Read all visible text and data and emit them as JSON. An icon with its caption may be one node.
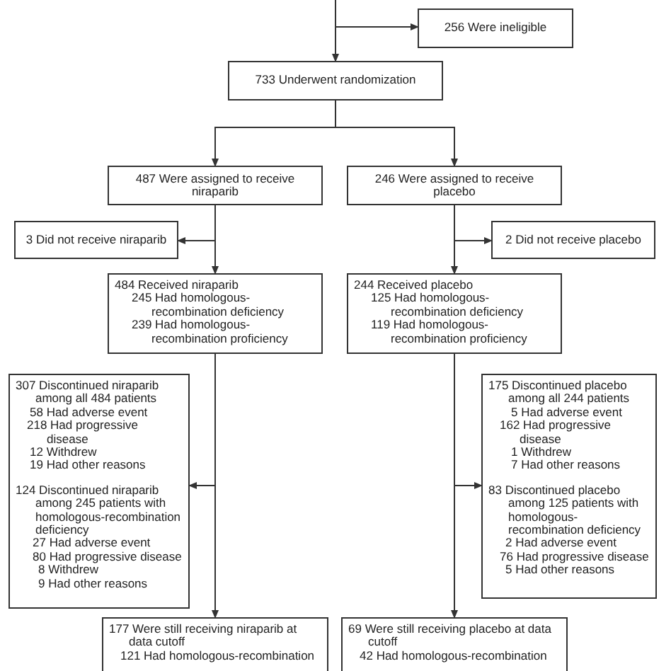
{
  "diagram": {
    "nodes": [
      {
        "text": [
          "256 Were ineligible"
        ]
      },
      {
        "text": [
          "733 Underwent randomization"
        ]
      },
      {
        "text": [
          "487 Were assigned to receive niraparib"
        ]
      },
      {
        "text": [
          "246 Were assigned to receive placebo"
        ]
      },
      {
        "text": [
          "3 Did not receive niraparib"
        ]
      },
      {
        "text": [
          "2 Did not receive placebo"
        ]
      },
      {
        "text": [
          "484 Received niraparib",
          "245 Had homologous-recombination deficiency",
          "239 Had homologous-recombination proficiency"
        ]
      },
      {
        "text": [
          "244 Received placebo",
          "125 Had homologous-recombination deficiency",
          "119 Had homologous-recombination proficiency"
        ]
      },
      {
        "text": [
          "307 Discontinued niraparib among all 484 patients",
          "58 Had adverse event",
          "218 Had progressive disease",
          "12 Withdrew",
          "19 Had other reasons",
          "124 Discontinued niraparib among 245 patients with homologous-recombination deficiency",
          "27 Had adverse event",
          "80 Had progressive disease",
          "8 Withdrew",
          "9 Had other reasons"
        ]
      },
      {
        "text": [
          "175 Discontinued placebo among all 244 patients",
          "5 Had adverse event",
          "162 Had progressive disease",
          "1 Withdrew",
          "7 Had other reasons",
          "83 Discontinued placebo among 125 patients with homologous-recombination deficiency",
          "2 Had adverse event",
          "76 Had progressive disease",
          "5 Had other reasons"
        ]
      },
      {
        "text": [
          "177 Were still receiving niraparib at data cutoff",
          "121 Had homologous-recombination"
        ]
      },
      {
        "text": [
          "69 Were still receiving placebo at data cutoff",
          "42 Had homologous-recombination"
        ]
      }
    ],
    "edges": [
      {
        "from": null,
        "to": 1,
        "arrow": "to"
      },
      {
        "from": null,
        "to": 0,
        "arrow": "to"
      },
      {
        "from": 1,
        "to": 2,
        "arrow": "to"
      },
      {
        "from": 1,
        "to": 3,
        "arrow": "to"
      },
      {
        "from": 2,
        "to": 6,
        "arrow": "to"
      },
      {
        "from": 2,
        "to": 4,
        "arrow": "to"
      },
      {
        "from": 3,
        "to": 7,
        "arrow": "to"
      },
      {
        "from": 3,
        "to": 5,
        "arrow": "to"
      },
      {
        "from": 6,
        "to": 10,
        "arrow": "to"
      },
      {
        "from": 6,
        "to": 8,
        "arrow": "to"
      },
      {
        "from": 7,
        "to": 11,
        "arrow": "to"
      },
      {
        "from": 7,
        "to": 9,
        "arrow": "to"
      }
    ]
  }
}
